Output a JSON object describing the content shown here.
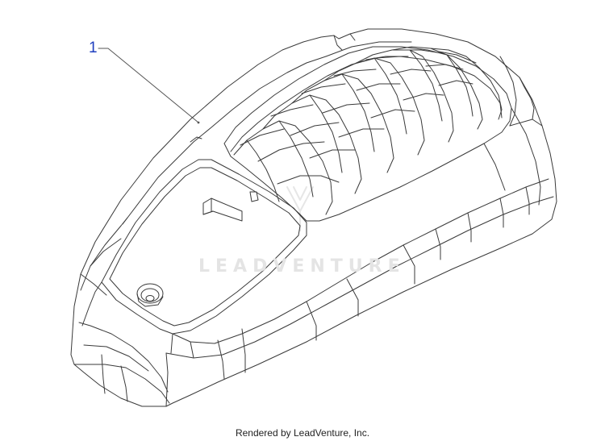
{
  "diagram": {
    "callouts": [
      {
        "number": "1"
      }
    ],
    "watermark": "LEADVENTURE",
    "footer": "Rendered by LeadVenture, Inc."
  },
  "colors": {
    "line": "#3a3a3a",
    "callout": "#1f3fbf",
    "watermark": "#e4e4e4"
  }
}
